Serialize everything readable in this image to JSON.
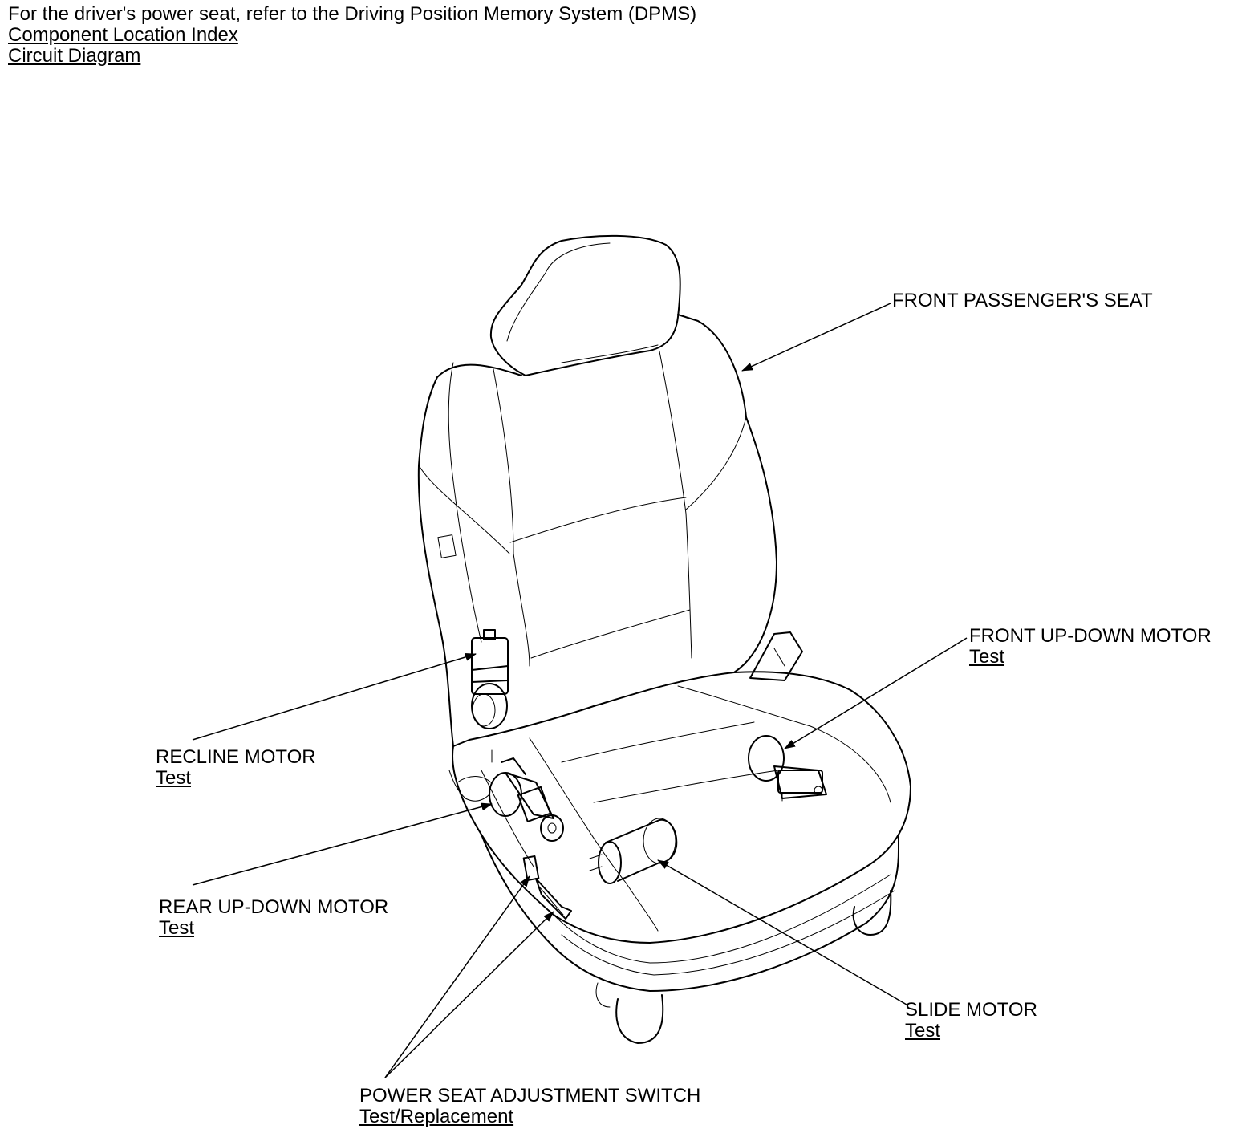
{
  "header": {
    "note": "For the driver's power seat, refer to the Driving Position Memory System (DPMS)",
    "links": [
      "Component Location Index",
      "Circuit Diagram"
    ]
  },
  "callouts": {
    "front_passenger_seat": {
      "label": "FRONT PASSENGER'S SEAT"
    },
    "front_up_down_motor": {
      "label": "FRONT UP-DOWN MOTOR",
      "link": "Test"
    },
    "recline_motor": {
      "label": "RECLINE MOTOR",
      "link": "Test"
    },
    "rear_up_down_motor": {
      "label": "REAR UP-DOWN MOTOR",
      "link": "Test"
    },
    "slide_motor": {
      "label": "SLIDE MOTOR",
      "link": "Test"
    },
    "power_seat_adjustment_switch": {
      "label": "POWER SEAT ADJUSTMENT SWITCH",
      "link": "Test/Replacement"
    }
  }
}
